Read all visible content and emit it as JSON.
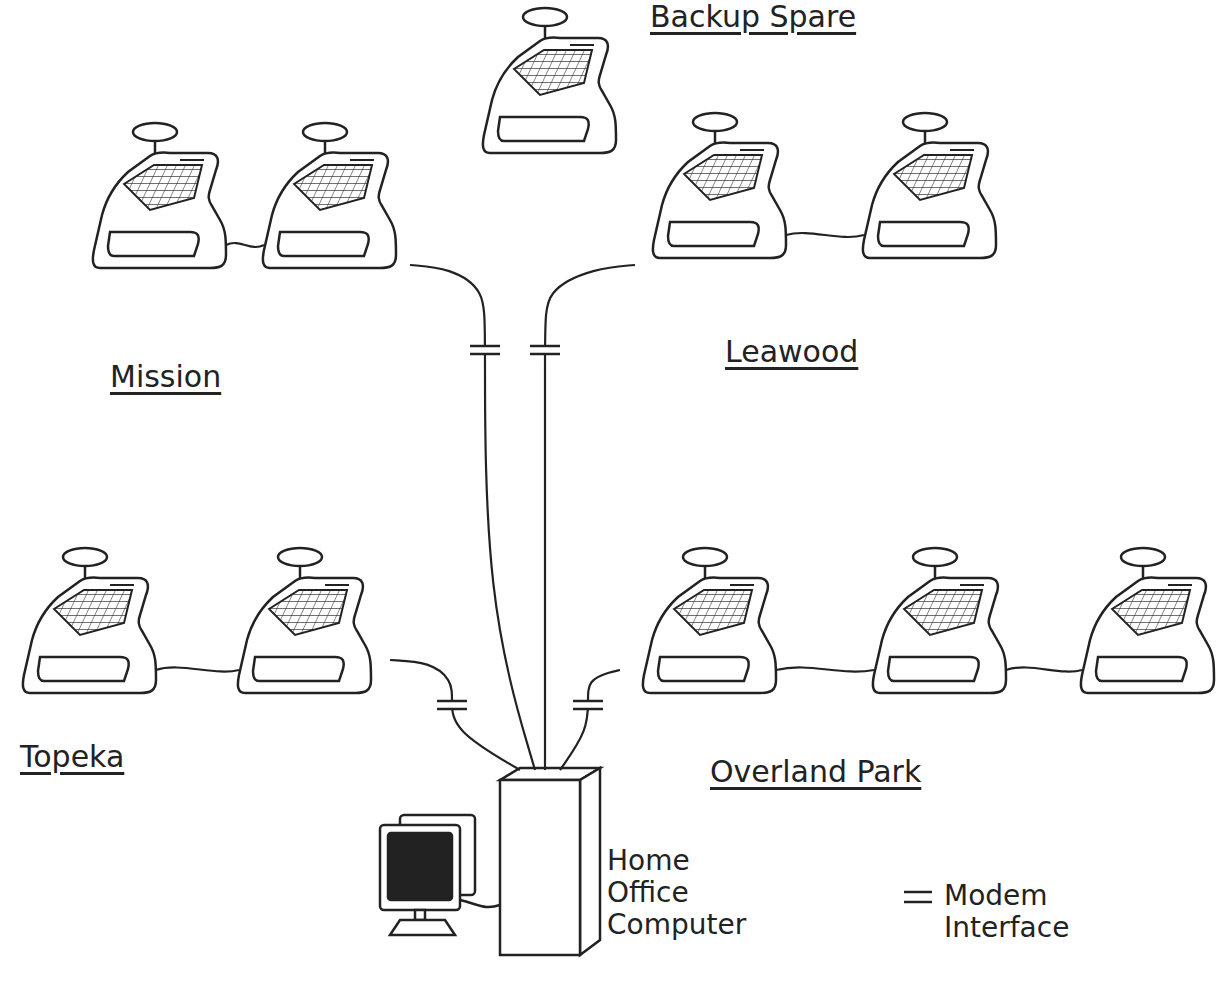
{
  "diagram": {
    "nodes": [
      {
        "text": [
          "Backup Spare"
        ]
      },
      {
        "text": [
          "Mission"
        ]
      },
      {
        "text": [
          "Leawood"
        ]
      },
      {
        "text": [
          "Topeka"
        ]
      },
      {
        "text": [
          "Overland Park"
        ]
      },
      {
        "text": [
          "Home Office Computer"
        ]
      }
    ],
    "edges": [
      {
        "from": 1,
        "to": 5,
        "arrow": "none"
      },
      {
        "from": 2,
        "to": 5,
        "arrow": "none"
      },
      {
        "from": 3,
        "to": 5,
        "arrow": "none"
      },
      {
        "from": 4,
        "to": 5,
        "arrow": "none"
      }
    ],
    "legend": [
      {
        "text": "Modem Interface"
      }
    ]
  }
}
